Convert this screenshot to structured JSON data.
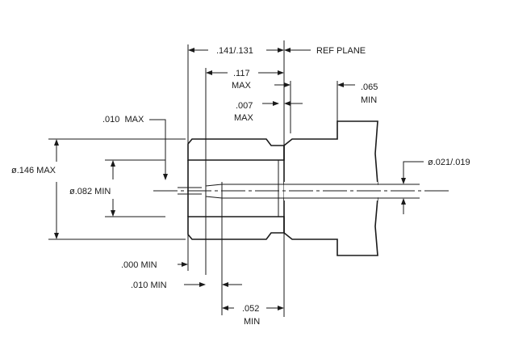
{
  "drawing": {
    "dimensions": {
      "overall_length": ".141/.131",
      "ref_plane": "REF PLANE",
      "d117_value": ".117",
      "d117_qual": "MAX",
      "d065_value": ".065",
      "d065_qual": "MIN",
      "d007_value": ".007",
      "d007_qual": "MAX",
      "d010max": ".010  MAX",
      "outer_dia": "ø.146 MAX",
      "bore_dia": "ø.082 MIN",
      "pin_dia": "ø.021/.019",
      "d000min": ".000 MIN",
      "d010min": ".010 MIN",
      "d052_value": ".052",
      "d052_qual": "MIN"
    }
  }
}
